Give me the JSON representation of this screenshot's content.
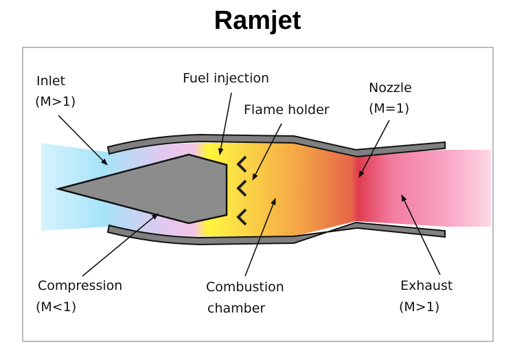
{
  "title": "Ramjet",
  "labels": {
    "inlet": "Inlet",
    "inlet_mach": "(M>1)",
    "fuel_injection": "Fuel injection",
    "flame_holder": "Flame holder",
    "nozzle": "Nozzle",
    "nozzle_mach": "(M=1)",
    "compression": "Compression",
    "compression_mach": "(M<1)",
    "combustion": "Combustion",
    "combustion2": "chamber",
    "exhaust": "Exhaust",
    "exhaust_mach": "(M>1)"
  },
  "colors": {
    "casing": "#808080",
    "body": "#8c8c8c",
    "frame": "#bbbbbb"
  }
}
